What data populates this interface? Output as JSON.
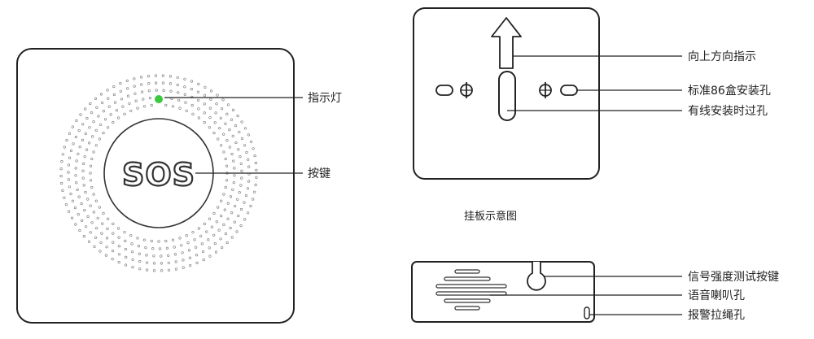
{
  "front": {
    "button_text": "SOS",
    "indicator_color": "#3cc83c",
    "labels": {
      "indicator": "指示灯",
      "button": "按键"
    }
  },
  "back": {
    "caption": "挂板示意图",
    "labels": {
      "up_direction": "向上方向指示",
      "standard_86_box": "标准86盒安装孔",
      "wired_hole": "有线安装时过孔"
    }
  },
  "side": {
    "labels": {
      "signal_test": "信号强度测试按键",
      "speaker": "语音喇叭孔",
      "pull_cord": "报警拉绳孔"
    }
  }
}
